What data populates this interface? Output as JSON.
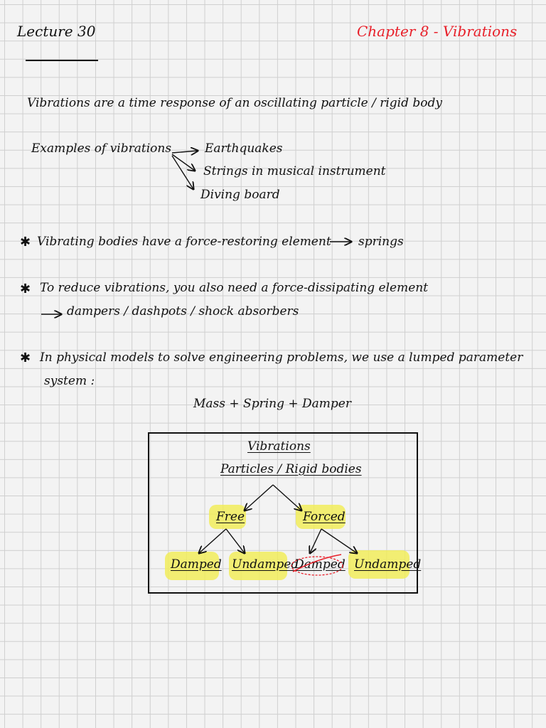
{
  "header": {
    "lecture": "Lecture 30",
    "chapter": "Chapter 8 - Vibrations"
  },
  "definition": "Vibrations are a time response of an oscillating particle / rigid body",
  "examples": {
    "label": "Examples of vibrations",
    "items": [
      "Earthquakes",
      "Strings in musical instrument",
      "Diving board"
    ]
  },
  "bullets": {
    "restoring": "Vibrating bodies have a force-restoring element",
    "restoring_target": "springs",
    "reduce": "To reduce vibrations, you also need a force-dissipating element",
    "reduce_targets": "dampers / dashpots / shock absorbers",
    "physical_line1": "In physical models to solve engineering problems, we use a lumped parameter",
    "physical_line2": "system :",
    "formula": "Mass  +  Spring  +  Damper"
  },
  "diagram": {
    "title": "Vibrations",
    "subtitle": "Particles / Rigid bodies",
    "free": "Free",
    "forced": "Forced",
    "free_damped": "Damped",
    "free_undamped": "Undamped",
    "forced_damped": "Damped",
    "forced_undamped": "Undamped",
    "highlight_color": "#f1ec5a",
    "crossout_color": "#e8202a"
  },
  "colors": {
    "ink": "#111111",
    "red_ink": "#e8202a",
    "grid": "#cfcfcf",
    "paper": "#f3f3f3"
  }
}
